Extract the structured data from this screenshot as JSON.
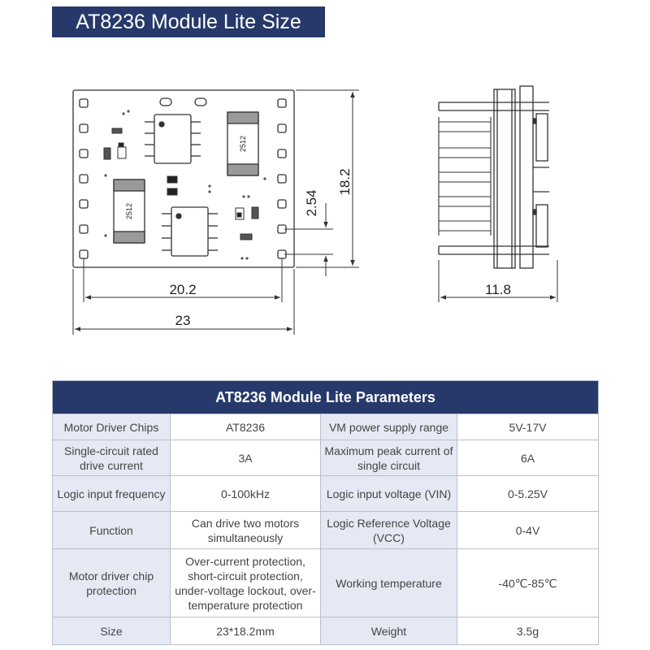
{
  "banner": {
    "title": "AT8236 Module Lite Size"
  },
  "drawing": {
    "top_view": {
      "dim_width_outer": "23",
      "dim_width_pins": "20.2",
      "dim_height": "18.2",
      "dim_pitch": "2.54",
      "chip_label_1": "2512",
      "chip_label_2": "2512"
    },
    "side_view": {
      "dim_depth": "11.8"
    }
  },
  "params": {
    "title": "AT8236 Module Lite Parameters",
    "rows": [
      {
        "l1": "Motor Driver Chips",
        "v1": "AT8236",
        "l2": "VM power supply range",
        "v2": "5V-17V"
      },
      {
        "l1": "Single-circuit rated drive current",
        "v1": "3A",
        "l2": "Maximum peak current of single circuit",
        "v2": "6A"
      },
      {
        "l1": "Logic input frequency",
        "v1": "0-100kHz",
        "l2": "Logic input voltage (VIN)",
        "v2": "0-5.25V"
      },
      {
        "l1": "Function",
        "v1": "Can drive two motors simultaneously",
        "l2": "Logic Reference Voltage (VCC)",
        "v2": "0-4V"
      },
      {
        "l1": "Motor driver chip protection",
        "v1": "Over-current protection, short-circuit protection, under-voltage lockout, over-temperature protection",
        "l2": "Working temperature",
        "v2": "-40℃-85℃"
      },
      {
        "l1": "Size",
        "v1": "23*18.2mm",
        "l2": "Weight",
        "v2": "3.5g"
      }
    ]
  }
}
